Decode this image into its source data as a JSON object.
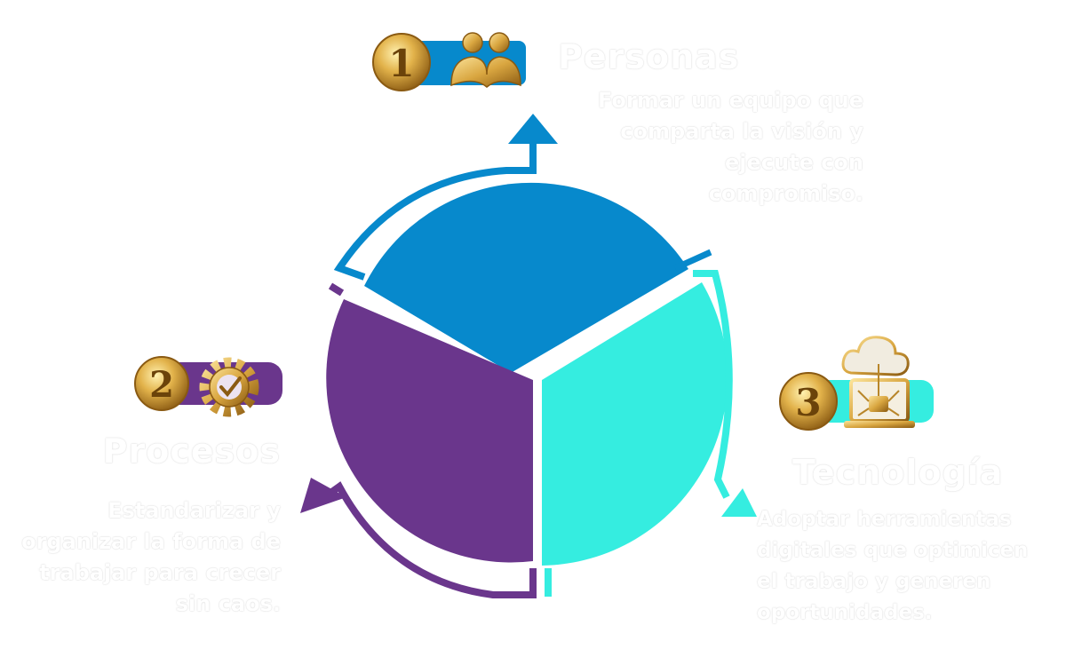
{
  "colors": {
    "personas": "#0789cc",
    "procesos": "#6a368c",
    "tecnologia": "#35ede0",
    "gold": "#d9a640"
  },
  "steps": [
    {
      "number": "1",
      "title": "Personas",
      "icon": "people-icon",
      "description": [
        "Formar un equipo que",
        "comparta la visión y",
        "ejecute con",
        "compromiso."
      ]
    },
    {
      "number": "2",
      "title": "Procesos",
      "icon": "gear-check-icon",
      "description": [
        "Estandarizar y",
        "organizar la forma de",
        "trabajar para crecer",
        "sin caos."
      ]
    },
    {
      "number": "3",
      "title": "Tecnología",
      "icon": "cloud-circuit-icon",
      "description": [
        "Adoptar herramientas",
        "digitales que optimicen",
        "el trabajo y generen",
        "oportunidades."
      ]
    }
  ]
}
